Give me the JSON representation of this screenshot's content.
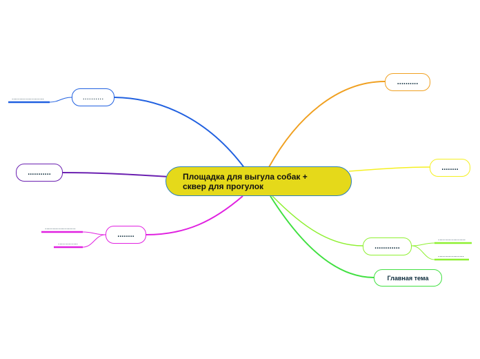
{
  "central": {
    "label": "Площадка для выгула собак +\nсквер для прогулок",
    "color": "#e5d91a"
  },
  "branches": [
    {
      "id": "top-left",
      "label": "..........",
      "color": "#2060e0",
      "leaves": [
        "....................."
      ]
    },
    {
      "id": "mid-left",
      "label": "...........",
      "color": "#6a1fb0",
      "leaves": []
    },
    {
      "id": "bottom-left",
      "label": "........",
      "color": "#e020e0",
      "leaves": [
        "....................",
        "............."
      ]
    },
    {
      "id": "top-right",
      "label": "..........",
      "color": "#f0a020",
      "leaves": []
    },
    {
      "id": "mid-right",
      "label": "........",
      "color": "#f5f020",
      "leaves": []
    },
    {
      "id": "lower-right",
      "label": "............",
      "color": "#8ef030",
      "leaves": [
        "..................",
        "................."
      ]
    },
    {
      "id": "bottom-right",
      "label": "Главная тема",
      "color": "#40e040",
      "leaves": []
    }
  ]
}
